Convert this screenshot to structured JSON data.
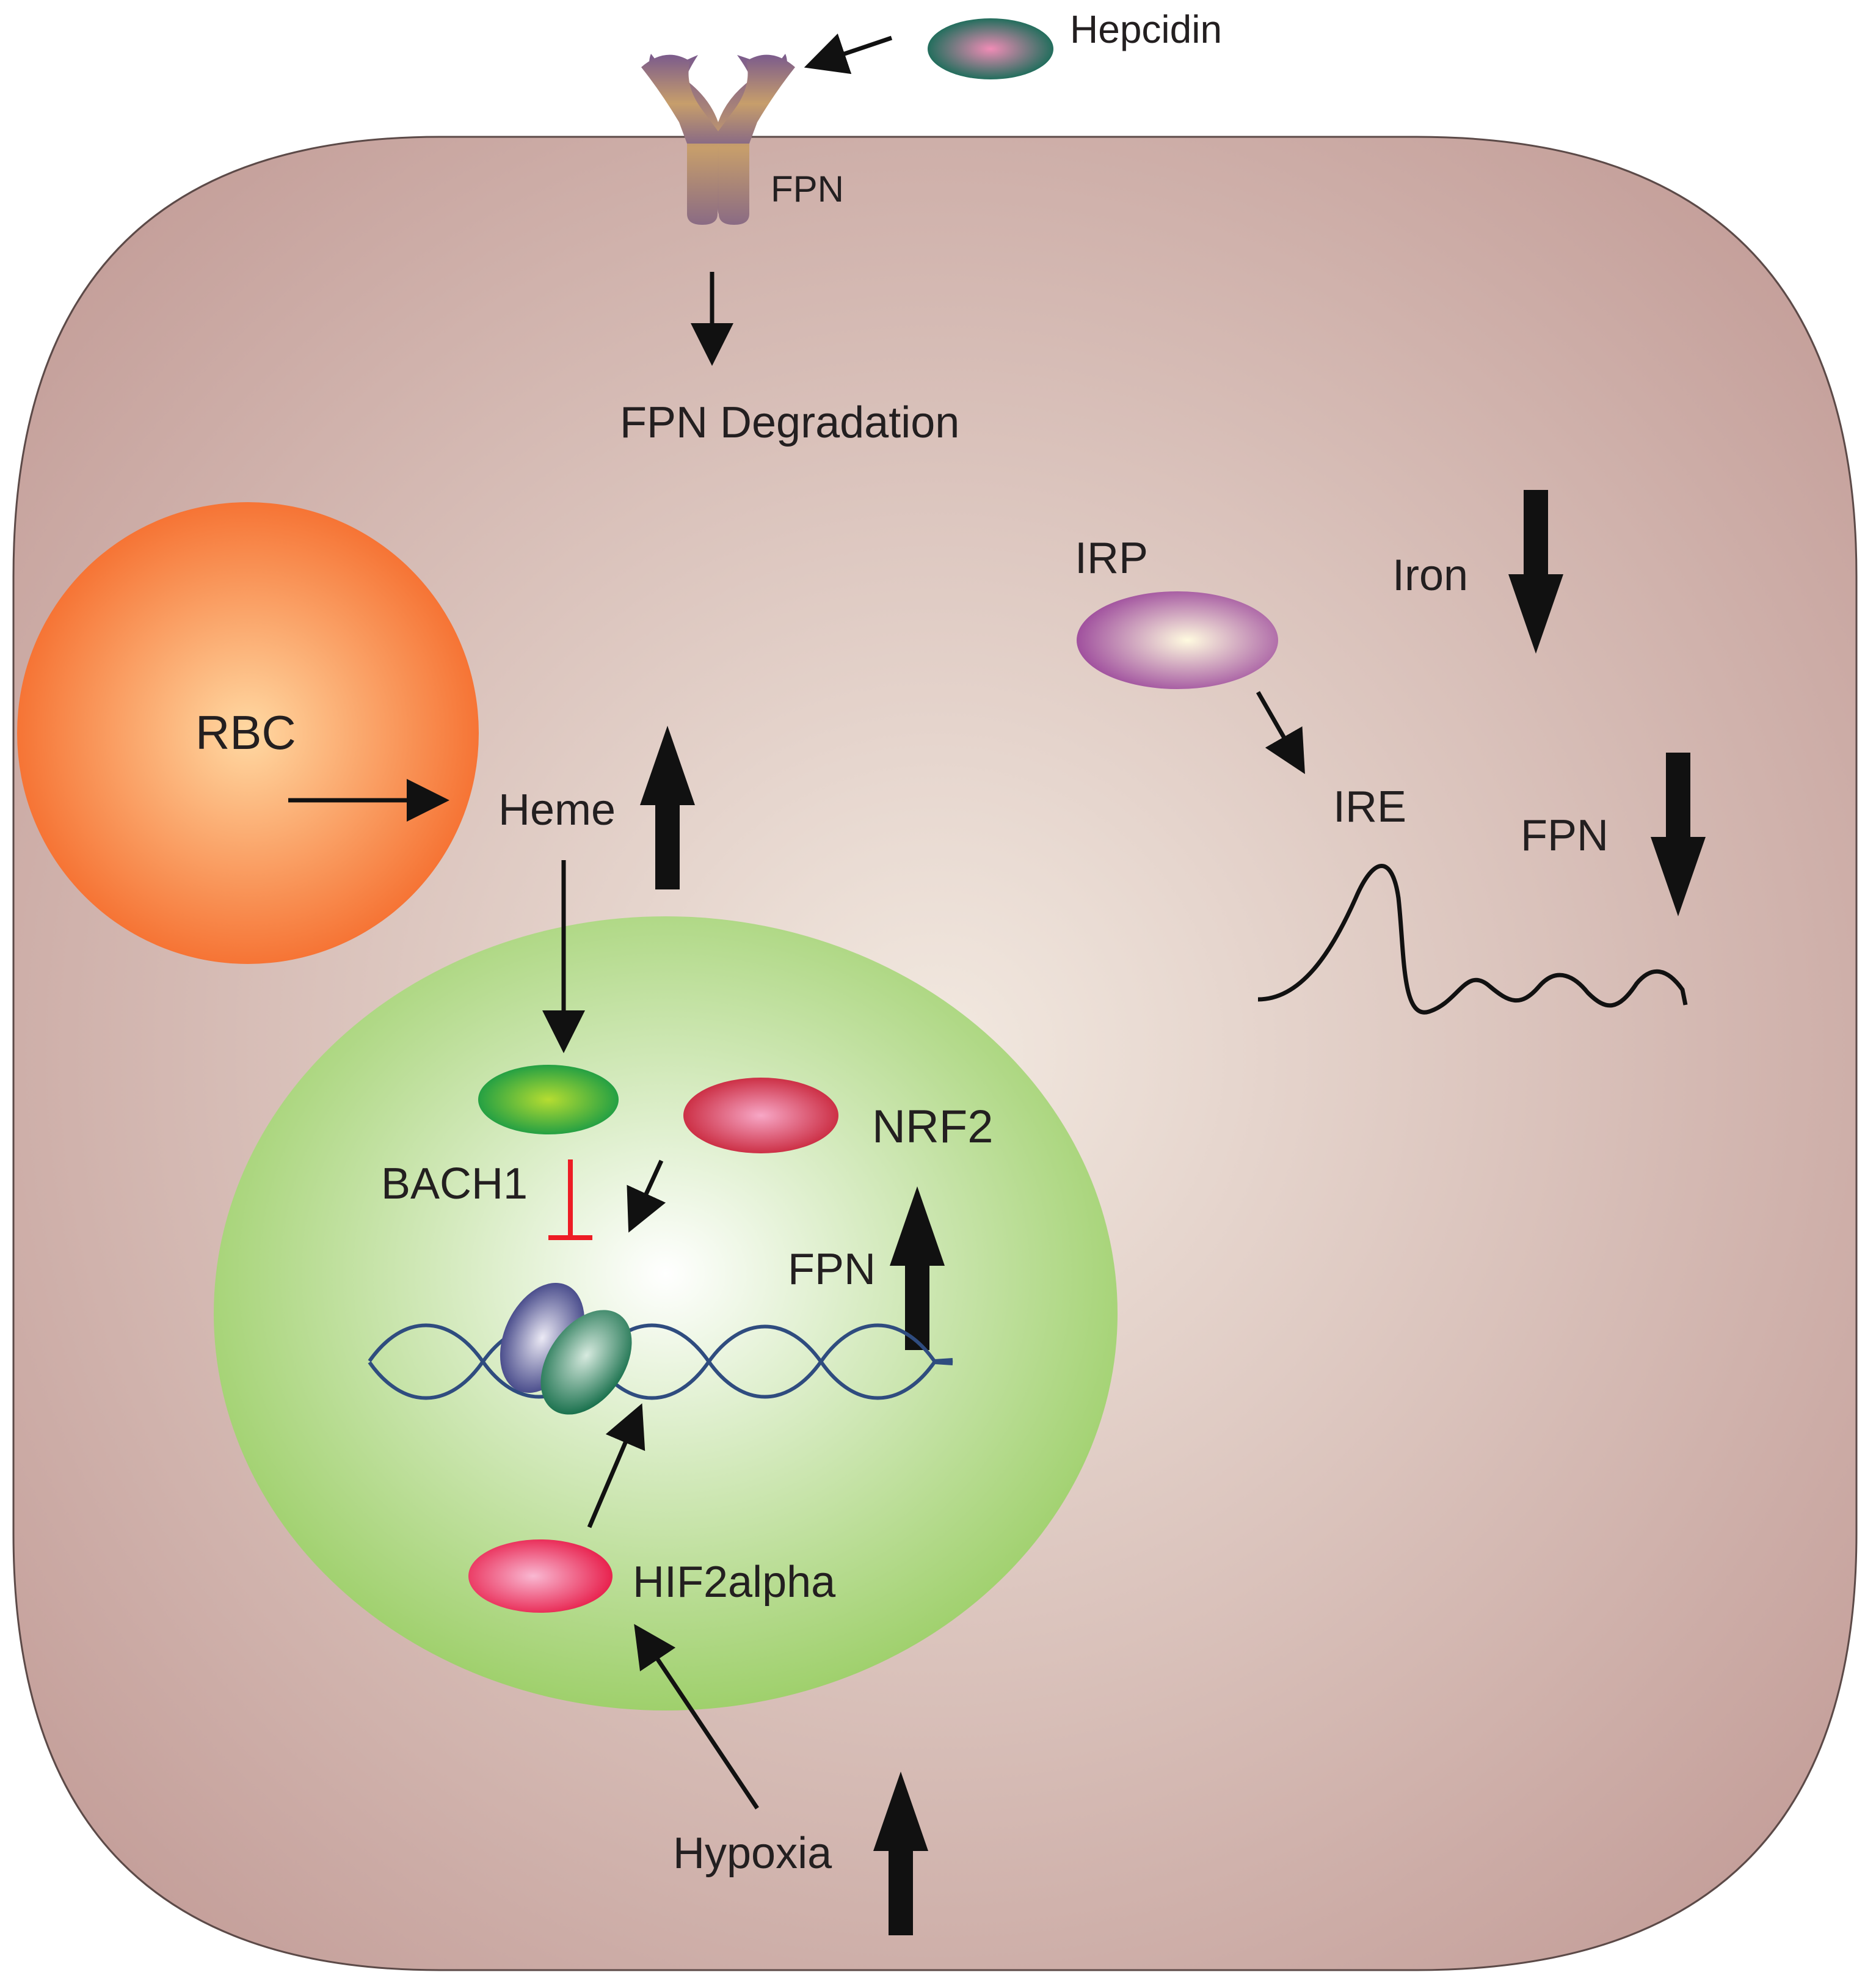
{
  "diagram": {
    "labels": {
      "hepcidin": "Hepcidin",
      "fpn_receptor": "FPN",
      "fpn_degradation": "FPN Degradation",
      "irp": "IRP",
      "iron": "Iron",
      "ire": "IRE",
      "fpn_down": "FPN",
      "rbc": "RBC",
      "heme": "Heme",
      "bach1": "BACH1",
      "nrf2": "NRF2",
      "fpn_up": "FPN",
      "hif2alpha": "HIF2alpha",
      "hypoxia": "Hypoxia"
    },
    "colors": {
      "cell_center": "#f2e9e0",
      "cell_edge": "#c39d98",
      "nucleus_center": "#ffffff",
      "nucleus_edge": "#9fd06c",
      "rbc_center": "#ffd9a3",
      "rbc_edge": "#f56a2a",
      "hepcidin_center": "#f08cb6",
      "hepcidin_edge": "#0e6b54",
      "irp_center": "#fffbe0",
      "irp_edge": "#a0509e",
      "bach1_center": "#b6dd31",
      "bach1_edge": "#169a45",
      "nrf2_center": "#f7a7c6",
      "nrf2_edge": "#c82439",
      "hif_center": "#f9b8d2",
      "hif_edge": "#e8224e",
      "dna": "#2f4c7f",
      "inhibition": "#ed1c24",
      "arrow": "#111111"
    }
  }
}
